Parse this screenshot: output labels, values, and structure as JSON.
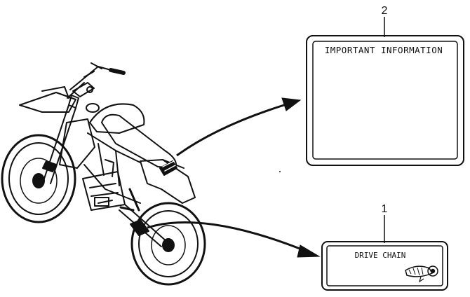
{
  "callouts": [
    {
      "number": "2",
      "label_text": "IMPORTANT INFORMATION"
    },
    {
      "number": "1",
      "label_text": "DRIVE CHAIN"
    }
  ]
}
